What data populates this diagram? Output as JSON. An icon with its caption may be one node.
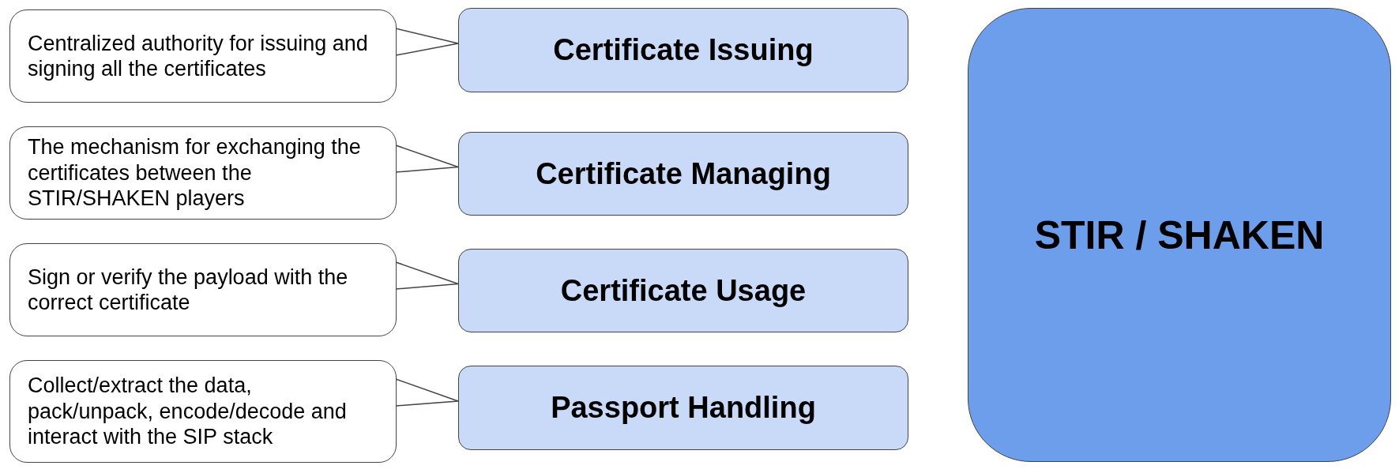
{
  "diagram": {
    "nodes": [
      {
        "text": [
          "Certificate Issuing"
        ]
      },
      {
        "text": [
          "Certificate Managing"
        ]
      },
      {
        "text": [
          "Certificate Usage"
        ]
      },
      {
        "text": [
          "Passport Handling"
        ]
      },
      {
        "text": [
          "STIR / SHAKEN"
        ]
      },
      {
        "text": [
          "Centralized authority for issuing and signing all the certificates"
        ]
      },
      {
        "text": [
          "The mechanism for exchanging the certificates between the STIR/SHAKEN players"
        ]
      },
      {
        "text": [
          "Sign or verify the payload with the correct certificate"
        ]
      },
      {
        "text": [
          "Collect/extract the data, pack/unpack, encode/decode and interact with the SIP stack"
        ]
      }
    ],
    "edges": [
      {
        "from": 5,
        "to": 0,
        "arrow": "none"
      },
      {
        "from": 6,
        "to": 1,
        "arrow": "none"
      },
      {
        "from": 7,
        "to": 2,
        "arrow": "none"
      },
      {
        "from": 8,
        "to": 3,
        "arrow": "none"
      }
    ]
  }
}
